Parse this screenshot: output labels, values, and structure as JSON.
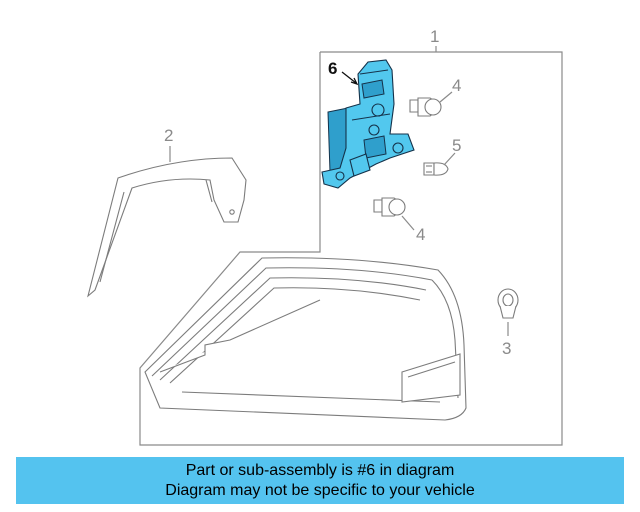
{
  "callouts": {
    "c1": "1",
    "c2": "2",
    "c3": "3",
    "c4a": "4",
    "c4b": "4",
    "c5": "5",
    "c6": "6"
  },
  "highlight_color": "#52c8ee",
  "banner": {
    "line1": "Part or sub-assembly is #6 in diagram",
    "line2": "Diagram may not be specific to your vehicle",
    "background": "#54c3ef"
  }
}
